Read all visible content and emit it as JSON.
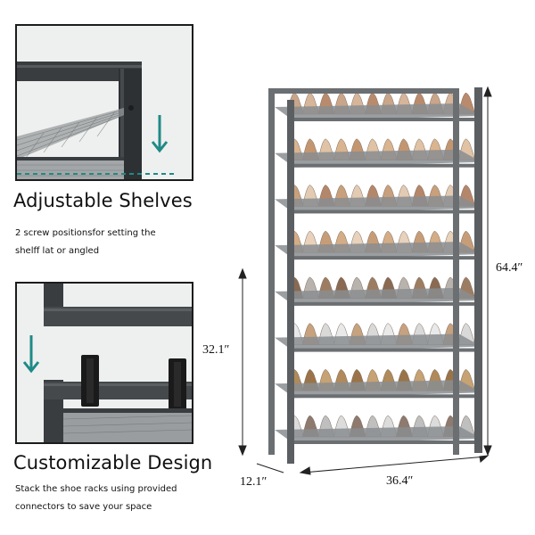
{
  "features": [
    {
      "heading": "Adjustable Shelves",
      "caption_lines": [
        "2 screw positionsfor setting the",
        "shelff lat or angled"
      ]
    },
    {
      "heading": "Customizable Design",
      "caption_lines": [
        "Stack the shoe racks using provided",
        "connectors to save your space"
      ]
    }
  ],
  "dimensions": {
    "height": "64.4″",
    "half_height": "32.1″",
    "depth": "12.1″",
    "width": "36.4″"
  },
  "product": {
    "tiers": 8,
    "frame_color": "#6b6f72",
    "mesh_color": "#8a8d90",
    "accent_arrow_color": "#1f8a86"
  }
}
